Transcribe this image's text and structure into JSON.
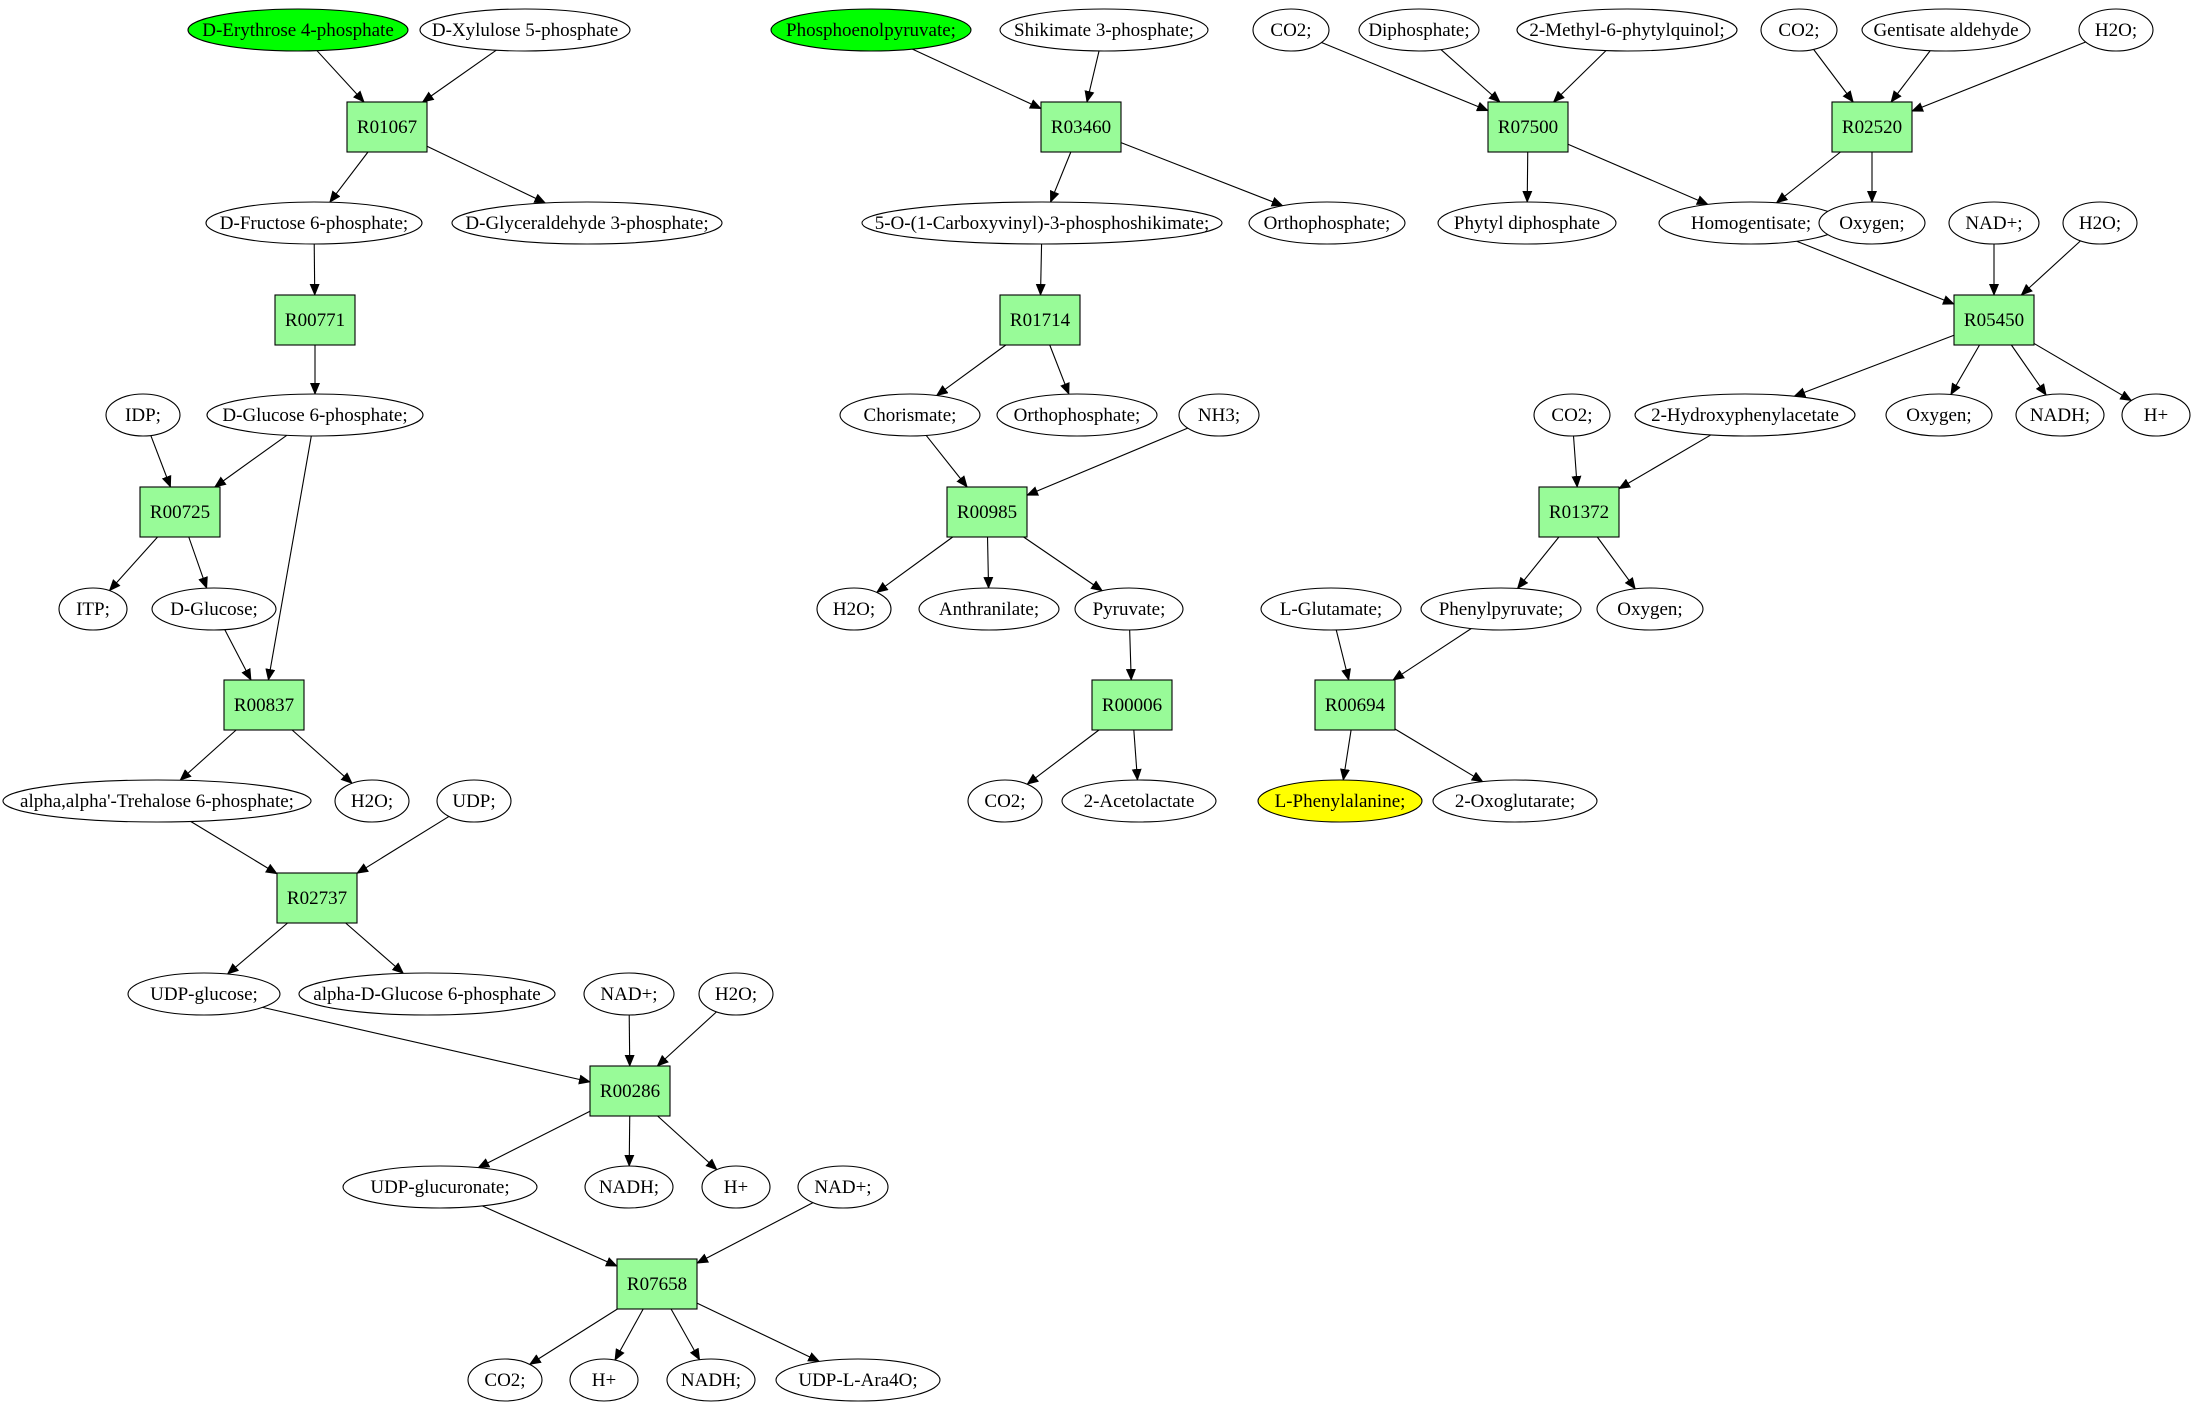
{
  "colors": {
    "reaction": "#98fb98",
    "start_compound": "#00ff00",
    "target_compound": "#ffff00",
    "compound": "#ffffff"
  },
  "reactions": [
    {
      "id": "R01067",
      "label": "R01067"
    },
    {
      "id": "R00771",
      "label": "R00771"
    },
    {
      "id": "R00725",
      "label": "R00725"
    },
    {
      "id": "R00837",
      "label": "R00837"
    },
    {
      "id": "R02737",
      "label": "R02737"
    },
    {
      "id": "R00286",
      "label": "R00286"
    },
    {
      "id": "R07658",
      "label": "R07658"
    },
    {
      "id": "R03460",
      "label": "R03460"
    },
    {
      "id": "R01714",
      "label": "R01714"
    },
    {
      "id": "R00985",
      "label": "R00985"
    },
    {
      "id": "R00006",
      "label": "R00006"
    },
    {
      "id": "R07500",
      "label": "R07500"
    },
    {
      "id": "R02520",
      "label": "R02520"
    },
    {
      "id": "R05450",
      "label": "R05450"
    },
    {
      "id": "R01372",
      "label": "R01372"
    },
    {
      "id": "R00694",
      "label": "R00694"
    }
  ],
  "compounds": [
    {
      "id": "c_e4p",
      "label": "D-Erythrose 4-phosphate",
      "kind": "start"
    },
    {
      "id": "c_x5p",
      "label": "D-Xylulose 5-phosphate",
      "kind": "normal"
    },
    {
      "id": "c_f6p",
      "label": "D-Fructose 6-phosphate;",
      "kind": "normal"
    },
    {
      "id": "c_g3p",
      "label": "D-Glyceraldehyde 3-phosphate;",
      "kind": "normal"
    },
    {
      "id": "c_g6p",
      "label": "D-Glucose 6-phosphate;",
      "kind": "normal"
    },
    {
      "id": "c_idp",
      "label": "IDP;",
      "kind": "normal"
    },
    {
      "id": "c_itp",
      "label": "ITP;",
      "kind": "normal"
    },
    {
      "id": "c_glc",
      "label": "D-Glucose;",
      "kind": "normal"
    },
    {
      "id": "c_t6p",
      "label": "alpha,alpha'-Trehalose 6-phosphate;",
      "kind": "normal"
    },
    {
      "id": "c_h2o_1",
      "label": "H2O;",
      "kind": "normal"
    },
    {
      "id": "c_udp",
      "label": "UDP;",
      "kind": "normal"
    },
    {
      "id": "c_udpglc",
      "label": "UDP-glucose;",
      "kind": "normal"
    },
    {
      "id": "c_ag1p",
      "label": "alpha-D-Glucose 6-phosphate",
      "kind": "normal"
    },
    {
      "id": "c_nad_1",
      "label": "NAD+;",
      "kind": "normal"
    },
    {
      "id": "c_h2o_2",
      "label": "H2O;",
      "kind": "normal"
    },
    {
      "id": "c_udpgca",
      "label": "UDP-glucuronate;",
      "kind": "normal"
    },
    {
      "id": "c_nadh_1",
      "label": "NADH;",
      "kind": "normal"
    },
    {
      "id": "c_h_1",
      "label": "H+",
      "kind": "normal"
    },
    {
      "id": "c_nad_2",
      "label": "NAD+;",
      "kind": "normal"
    },
    {
      "id": "c_co2_1",
      "label": "CO2;",
      "kind": "normal"
    },
    {
      "id": "c_h_2",
      "label": "H+",
      "kind": "normal"
    },
    {
      "id": "c_nadh_2",
      "label": "NADH;",
      "kind": "normal"
    },
    {
      "id": "c_udpara",
      "label": "UDP-L-Ara4O;",
      "kind": "normal"
    },
    {
      "id": "c_pep",
      "label": "Phosphoenolpyruvate;",
      "kind": "start"
    },
    {
      "id": "c_s3p",
      "label": "Shikimate 3-phosphate;",
      "kind": "normal"
    },
    {
      "id": "c_eps",
      "label": "5-O-(1-Carboxyvinyl)-3-phosphoshikimate;",
      "kind": "normal"
    },
    {
      "id": "c_pi_1",
      "label": "Orthophosphate;",
      "kind": "normal"
    },
    {
      "id": "c_chor",
      "label": "Chorismate;",
      "kind": "normal"
    },
    {
      "id": "c_pi_2",
      "label": "Orthophosphate;",
      "kind": "normal"
    },
    {
      "id": "c_nh3",
      "label": "NH3;",
      "kind": "normal"
    },
    {
      "id": "c_h2o_3",
      "label": "H2O;",
      "kind": "normal"
    },
    {
      "id": "c_anth",
      "label": "Anthranilate;",
      "kind": "normal"
    },
    {
      "id": "c_pyr",
      "label": "Pyruvate;",
      "kind": "normal"
    },
    {
      "id": "c_co2_2",
      "label": "CO2;",
      "kind": "normal"
    },
    {
      "id": "c_acl",
      "label": "2-Acetolactate",
      "kind": "normal"
    },
    {
      "id": "c_co2_3",
      "label": "CO2;",
      "kind": "normal"
    },
    {
      "id": "c_ppi",
      "label": "Diphosphate;",
      "kind": "normal"
    },
    {
      "id": "c_mpq",
      "label": "2-Methyl-6-phytylquinol;",
      "kind": "normal"
    },
    {
      "id": "c_phytpp",
      "label": "Phytyl diphosphate",
      "kind": "normal"
    },
    {
      "id": "c_co2_4",
      "label": "CO2;",
      "kind": "normal"
    },
    {
      "id": "c_gentald",
      "label": "Gentisate aldehyde",
      "kind": "normal"
    },
    {
      "id": "c_h2o_4",
      "label": "H2O;",
      "kind": "normal"
    },
    {
      "id": "c_hga",
      "label": "Homogentisate;",
      "kind": "normal"
    },
    {
      "id": "c_o2_1",
      "label": "Oxygen;",
      "kind": "normal"
    },
    {
      "id": "c_nad_3",
      "label": "NAD+;",
      "kind": "normal"
    },
    {
      "id": "c_h2o_5",
      "label": "H2O;",
      "kind": "normal"
    },
    {
      "id": "c_co2_5",
      "label": "CO2;",
      "kind": "normal"
    },
    {
      "id": "c_2hpa",
      "label": "2-Hydroxyphenylacetate",
      "kind": "normal"
    },
    {
      "id": "c_o2_2",
      "label": "Oxygen;",
      "kind": "normal"
    },
    {
      "id": "c_nadh_3",
      "label": "NADH;",
      "kind": "normal"
    },
    {
      "id": "c_h_3",
      "label": "H+",
      "kind": "normal"
    },
    {
      "id": "c_glu",
      "label": "L-Glutamate;",
      "kind": "normal"
    },
    {
      "id": "c_ppyr",
      "label": "Phenylpyruvate;",
      "kind": "normal"
    },
    {
      "id": "c_o2_3",
      "label": "Oxygen;",
      "kind": "normal"
    },
    {
      "id": "c_phe",
      "label": "L-Phenylalanine;",
      "kind": "target"
    },
    {
      "id": "c_akg",
      "label": "2-Oxoglutarate;",
      "kind": "normal"
    }
  ],
  "edges": [
    [
      "c_e4p",
      "R01067"
    ],
    [
      "c_x5p",
      "R01067"
    ],
    [
      "R01067",
      "c_f6p"
    ],
    [
      "R01067",
      "c_g3p"
    ],
    [
      "c_f6p",
      "R00771"
    ],
    [
      "R00771",
      "c_g6p"
    ],
    [
      "c_idp",
      "R00725"
    ],
    [
      "c_g6p",
      "R00725"
    ],
    [
      "R00725",
      "c_itp"
    ],
    [
      "R00725",
      "c_glc"
    ],
    [
      "c_glc",
      "R00837"
    ],
    [
      "c_g6p",
      "R00837"
    ],
    [
      "R00837",
      "c_t6p"
    ],
    [
      "R00837",
      "c_h2o_1"
    ],
    [
      "c_t6p",
      "R02737"
    ],
    [
      "c_udp",
      "R02737"
    ],
    [
      "R02737",
      "c_udpglc"
    ],
    [
      "R02737",
      "c_ag1p"
    ],
    [
      "c_udpglc",
      "R00286"
    ],
    [
      "c_nad_1",
      "R00286"
    ],
    [
      "c_h2o_2",
      "R00286"
    ],
    [
      "R00286",
      "c_udpgca"
    ],
    [
      "R00286",
      "c_nadh_1"
    ],
    [
      "R00286",
      "c_h_1"
    ],
    [
      "c_udpgca",
      "R07658"
    ],
    [
      "c_nad_2",
      "R07658"
    ],
    [
      "R07658",
      "c_co2_1"
    ],
    [
      "R07658",
      "c_h_2"
    ],
    [
      "R07658",
      "c_nadh_2"
    ],
    [
      "R07658",
      "c_udpara"
    ],
    [
      "c_pep",
      "R03460"
    ],
    [
      "c_s3p",
      "R03460"
    ],
    [
      "R03460",
      "c_eps"
    ],
    [
      "R03460",
      "c_pi_1"
    ],
    [
      "c_eps",
      "R01714"
    ],
    [
      "R01714",
      "c_chor"
    ],
    [
      "R01714",
      "c_pi_2"
    ],
    [
      "c_chor",
      "R00985"
    ],
    [
      "c_nh3",
      "R00985"
    ],
    [
      "R00985",
      "c_h2o_3"
    ],
    [
      "R00985",
      "c_anth"
    ],
    [
      "R00985",
      "c_pyr"
    ],
    [
      "c_pyr",
      "R00006"
    ],
    [
      "R00006",
      "c_co2_2"
    ],
    [
      "R00006",
      "c_acl"
    ],
    [
      "c_co2_3",
      "R07500"
    ],
    [
      "c_ppi",
      "R07500"
    ],
    [
      "c_mpq",
      "R07500"
    ],
    [
      "R07500",
      "c_phytpp"
    ],
    [
      "R07500",
      "c_hga"
    ],
    [
      "c_co2_4",
      "R02520"
    ],
    [
      "c_gentald",
      "R02520"
    ],
    [
      "c_h2o_4",
      "R02520"
    ],
    [
      "R02520",
      "c_hga"
    ],
    [
      "R02520",
      "c_o2_1"
    ],
    [
      "c_hga",
      "R05450"
    ],
    [
      "c_nad_3",
      "R05450"
    ],
    [
      "c_h2o_5",
      "R05450"
    ],
    [
      "R05450",
      "c_2hpa"
    ],
    [
      "R05450",
      "c_o2_2"
    ],
    [
      "R05450",
      "c_nadh_3"
    ],
    [
      "R05450",
      "c_h_3"
    ],
    [
      "c_co2_5",
      "R01372"
    ],
    [
      "c_2hpa",
      "R01372"
    ],
    [
      "R01372",
      "c_ppyr"
    ],
    [
      "R01372",
      "c_o2_3"
    ],
    [
      "c_glu",
      "R00694"
    ],
    [
      "c_ppyr",
      "R00694"
    ],
    [
      "R00694",
      "c_phe"
    ],
    [
      "R00694",
      "c_akg"
    ]
  ]
}
